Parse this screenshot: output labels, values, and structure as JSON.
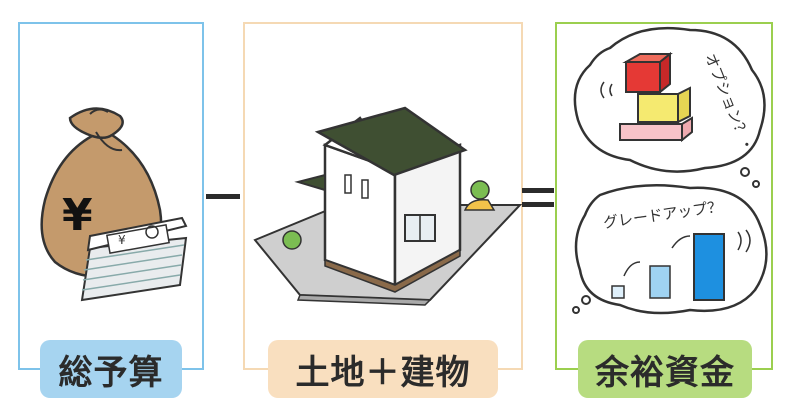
{
  "panels": {
    "total_budget": {
      "label": "総予算",
      "border_color": "#7ec3ea",
      "label_bg": "#a6d4f0"
    },
    "land_building": {
      "label": "土地＋建物",
      "border_color": "#f5d9b4",
      "label_bg": "#f9dfbf"
    },
    "spare_funds": {
      "label": "余裕資金",
      "border_color": "#9bcf4f",
      "label_bg": "#b7dc80"
    }
  },
  "operators": {
    "minus": "minus-sign",
    "equals": "equals-sign"
  },
  "illustrations": {
    "money_bag": {
      "symbol": "¥",
      "icon": "money-bag-icon"
    },
    "banknotes": {
      "symbol": "¥",
      "icon": "banknote-stack-icon"
    },
    "house": {
      "icon": "house-icon"
    },
    "thought_bubble_top": {
      "text": "オプション？・",
      "icon": "option-blocks-icon"
    },
    "thought_bubble_bottom": {
      "text": "グレードアップ？",
      "icon": "bar-growth-icon"
    }
  }
}
